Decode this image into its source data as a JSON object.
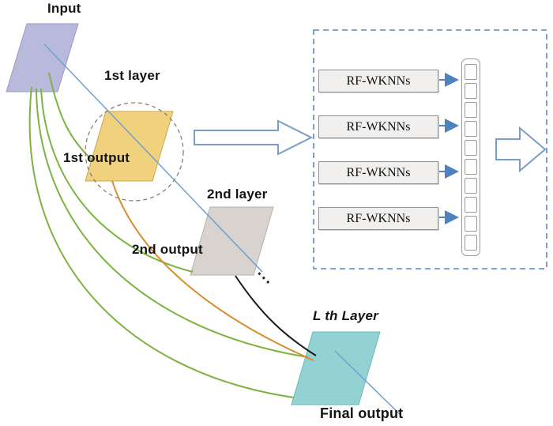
{
  "diagram": {
    "labels": {
      "input": "Input",
      "layer1": "1st layer",
      "output1": "1st output",
      "layer2": "2nd layer",
      "output2": "2nd output",
      "layerL": "L th Layer",
      "final_output": "Final output",
      "ellipsis": "..."
    },
    "rf_modules": [
      {
        "label": "RF-WKNNs"
      },
      {
        "label": "RF-WKNNs"
      },
      {
        "label": "RF-WKNNs"
      },
      {
        "label": "RF-WKNNs"
      }
    ],
    "colors": {
      "input_fill": "#b9b9dc",
      "layer1_fill": "#f0d17e",
      "layer2_fill": "#d8d3cf",
      "layerL_fill": "#93d2d2",
      "green_line": "#7cb342",
      "orange_line": "#d88c2a",
      "black_line": "#1a1a1a",
      "blue_line": "#6fa0d0",
      "dashed_box_border": "#5b87c5",
      "circle_stroke": "#8a7f66",
      "arrow_outline": "#7a9cc6",
      "small_arrow": "#4f81bd"
    }
  }
}
